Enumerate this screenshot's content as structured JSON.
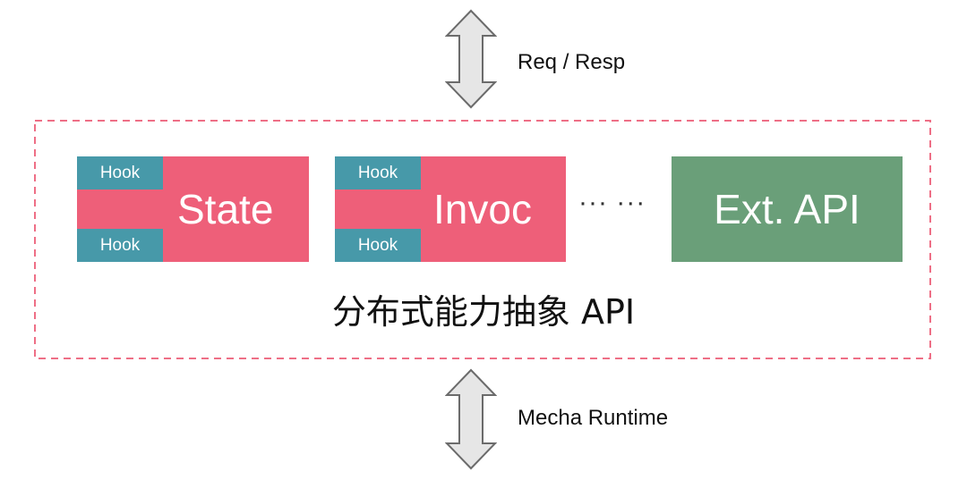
{
  "diagram": {
    "top_arrow_label": "Req / Resp",
    "bottom_arrow_label": "Mecha Runtime",
    "caption": "分布式能力抽象 API",
    "ellipsis": "··· ···",
    "blocks": [
      {
        "title": "State",
        "hook_top": "Hook",
        "hook_bottom": "Hook"
      },
      {
        "title": "Invoc",
        "hook_top": "Hook",
        "hook_bottom": "Hook"
      },
      {
        "title": "Ext. API"
      }
    ]
  },
  "colors": {
    "frame_dash": "#ee6f86",
    "capability_block": "#ee5f79",
    "hook": "#4799a9",
    "external_api_block": "#6a9f79",
    "arrow_fill": "#e6e6e6",
    "arrow_stroke": "#6b6b6b"
  },
  "icons": {
    "top_arrow": "double-vertical-arrow-icon",
    "bottom_arrow": "double-vertical-arrow-icon"
  }
}
